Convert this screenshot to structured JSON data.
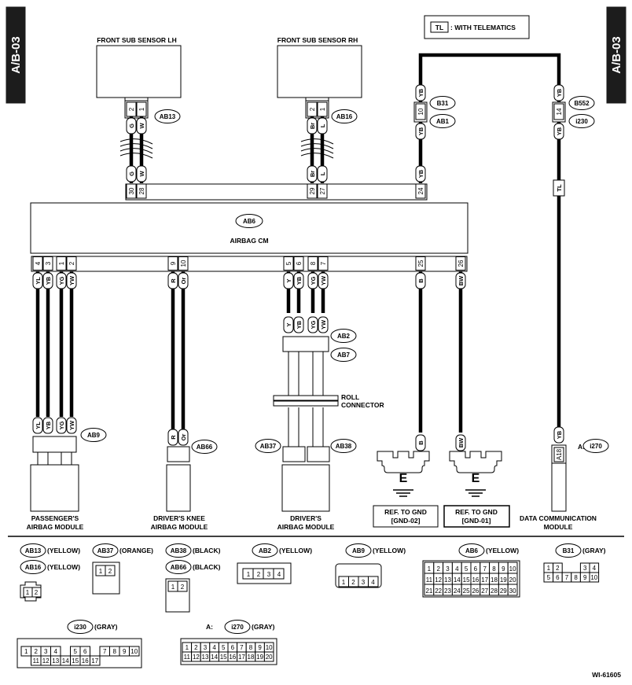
{
  "page_tabs": {
    "left": "A/B-03",
    "right": "A/B-03"
  },
  "legend_box": {
    "code": "TL",
    "text": ": WITH TELEMATICS"
  },
  "sensors": {
    "lh": "FRONT SUB SENSOR LH",
    "rh": "FRONT SUB SENSOR RH"
  },
  "lh_pins": [
    "2",
    "1"
  ],
  "lh_wires": [
    "G",
    "W"
  ],
  "rh_pins": [
    "2",
    "1"
  ],
  "rh_wires": [
    "Br",
    "L"
  ],
  "airbag_cm": {
    "label": "AIRBAG CM",
    "code": "AB6",
    "top_pins": [
      "30",
      "28",
      "29",
      "27",
      "24"
    ],
    "top_wires": [
      "G",
      "W",
      "Br",
      "L",
      "YB"
    ],
    "bottom_pins": [
      "4",
      "3",
      "1",
      "2",
      "9",
      "10",
      "5",
      "6",
      "8",
      "7",
      "25",
      "26"
    ],
    "bottom_wires": [
      "YL",
      "YB",
      "YG",
      "YW",
      "R",
      "Or",
      "Y",
      "YB",
      "YG",
      "YW",
      "B",
      "BW"
    ]
  },
  "connector_codes": [
    "AB13",
    "AB16",
    "B31",
    "AB1",
    "B552",
    "i230",
    "AB2",
    "AB7",
    "AB9",
    "AB66",
    "AB37",
    "AB38",
    "i270"
  ],
  "b31_pin": "10",
  "b552_pin": "14",
  "wires_b31": [
    "YB",
    "YB"
  ],
  "wires_b552": [
    "YB",
    "YB",
    "YB"
  ],
  "tl_marker": "TL",
  "ab2_pins": [
    "2",
    "1",
    "3",
    "4"
  ],
  "ab2_wires": [
    "Y",
    "YB",
    "YG",
    "YW"
  ],
  "roll_connector": [
    "ROLL",
    "CONNECTOR"
  ],
  "ab9_pins": [
    "1",
    "2",
    "3",
    "4"
  ],
  "ab66_pins": [
    "1",
    "2"
  ],
  "ab37_pins": [
    "1",
    "2"
  ],
  "ab38_pins": [
    "1",
    "2"
  ],
  "ground_wires": [
    "B",
    "BW"
  ],
  "ground_marks": [
    "E",
    "E"
  ],
  "grounds": [
    {
      "line1": "REF. TO GND",
      "line2": "[GND-02]"
    },
    {
      "line1": "REF. TO GND",
      "line2": "[GND-01]"
    }
  ],
  "dcm": {
    "prefix": "A:",
    "pin": "A18",
    "code": "i270",
    "line1": "DATA COMMUNICATION",
    "line2": "MODULE"
  },
  "modules": [
    {
      "line1": "PASSENGER'S",
      "line2": "AIRBAG MODULE"
    },
    {
      "line1": "DRIVER'S KNEE",
      "line2": "AIRBAG MODULE"
    },
    {
      "line1": "DRIVER'S",
      "line2": "AIRBAG MODULE"
    }
  ],
  "legend": [
    {
      "code": "AB13",
      "color": "(YELLOW)"
    },
    {
      "code": "AB16",
      "color": "(YELLOW)"
    },
    {
      "code": "AB37",
      "color": "(ORANGE)"
    },
    {
      "code": "AB38",
      "color": "(BLACK)"
    },
    {
      "code": "AB66",
      "color": "(BLACK)"
    },
    {
      "code": "AB2",
      "color": "(YELLOW)"
    },
    {
      "code": "AB9",
      "color": "(YELLOW)"
    },
    {
      "code": "AB6",
      "color": "(YELLOW)"
    },
    {
      "code": "B31",
      "color": "(GRAY)"
    },
    {
      "code": "i230",
      "color": "(GRAY)"
    },
    {
      "code": "i270",
      "color": "(GRAY)",
      "prefix": "A:"
    }
  ],
  "footer_code": "WI-61605"
}
